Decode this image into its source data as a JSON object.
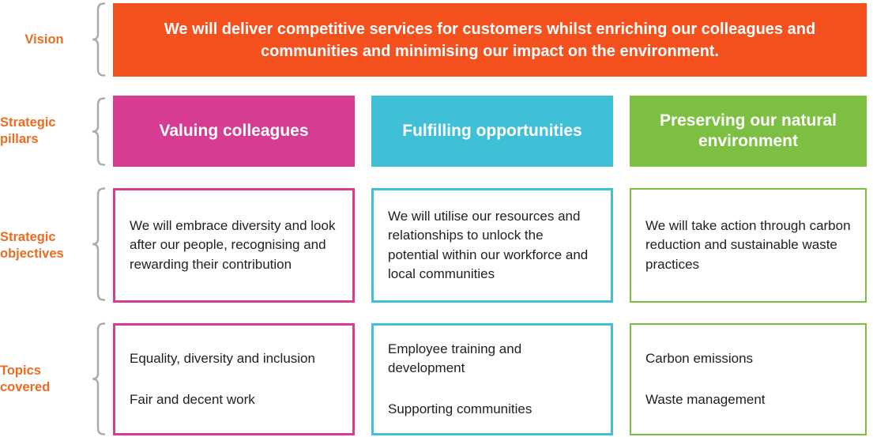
{
  "vision": {
    "label": "Vision",
    "text": "We will deliver competitive services for customers whilst enriching our colleagues and communities and minimising our impact on the environment."
  },
  "pillars": {
    "label": "Strategic pillars",
    "items": [
      "Valuing colleagues",
      "Fulfilling opportunities",
      "Preserving our natural environment"
    ]
  },
  "objectives": {
    "label": "Strategic objectives",
    "items": [
      "We will embrace diversity and look after our people, recognising and rewarding their contribution",
      "We will utilise our resources and relationships to unlock the potential within our workforce and local communities",
      "We will take action through carbon reduction and sustainable waste practices"
    ]
  },
  "topics": {
    "label": "Topics covered",
    "columns": [
      {
        "items": [
          "Equality, diversity and inclusion",
          "Fair and decent work"
        ]
      },
      {
        "items": [
          "Employee training and development",
          "Supporting communities"
        ]
      },
      {
        "items": [
          "Carbon emissions",
          "Waste management"
        ]
      }
    ]
  },
  "colors": {
    "banner_orange": "#F4511E",
    "label_orange": "#ED6B21",
    "pillar_magenta": "#D53C92",
    "pillar_cyan": "#3FC0D6",
    "pillar_green": "#7DBF42",
    "brace_gray": "#ABABAB",
    "body_text": "#1F1F1F"
  }
}
